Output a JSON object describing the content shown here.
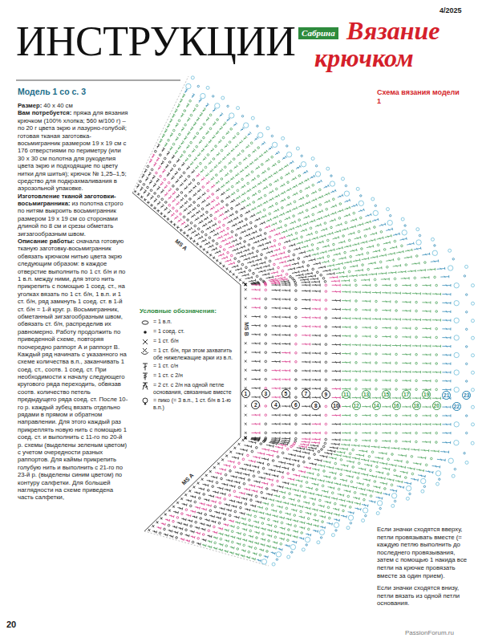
{
  "diagram": {
    "title": "ИНСТРУКЦИИ",
    "labels": [
      "Сабрина",
      "Вязание",
      "крючком",
      "4/2025",
      "Модель 1 со с. 3",
      "Размер:",
      "40 х 40 см",
      "Вам потребуется:",
      "пряжа для вязания крючком (100% хлопка; 560 м/100 г) – по 20 г цвета экрю и лазурно-голубой; готовая тканая заготовка-восьмигранник размером 19 х 19 см с 176 отверстиями по периметру (или 30 х 30 см полотна для рукоделия цвета экрю и подходящие по цвету нитки для шитья); крючок № 1,25–1,5; средство для подкрахмаливания в аэрозольной упаковке.",
      "Изготовление тканой заготовки-восьмигранника:",
      "из полотна строго по нитям выкроить восьмигранник размером 19 х 19 см со сторонами длиной по 8 см и срезы обметать зигзагообразным швом.",
      "Описание работы:",
      "сначала готовую тканую заготовку-восьмигранник обвязать крючком нитью цвета экрю следующим образом: в каждое отверстие выполнить по 1 ст. б/н и по 1 в.п. между ними, для этого нить прикрепить с помощью 1 соед. ст., на уголках вязать по 1 ст. б/н, 1 в.п. и 1 ст. б/н, ряд замкнуть 1 соед. ст. в 1-й ст. б/н = 1-й круг. р. Восьмигранник, обметанный зигзагообразным швом, обвязать ст. б/н, распределив их равномерно. Работу продолжить по приведенной схеме, повторяя поочередно раппорт А и раппорт В. Каждый ряд начинать с указанного на схеме количества в.п., заканчивать 1 соед. ст., соотв. 1 соед. ст. При необходимости к началу следующего кругового ряда переходить, обвязав соотв. количество петель предыдущего ряда соед. ст. После 10-го р. каждый зубец вязать отдельно рядами в прямом и обратном направлении. Для этого каждый раз прикреплять новую нить с помощью 1 соед. ст. и выполнить с 11-го по 20-й р. схемы (выделены зеленым цветом) с учетом очередности разных раппортов. Для каймы прикрепить голубую нить и выполнить с 21-го по 23-й р. (выделены синим цветом) по контуру салфетки. Для большей наглядности на схеме приведена часть салфетки,",
      "Схема вязания модели 1",
      "Условные обозначения:",
      "MS A",
      "MS B",
      "MS A",
      "1",
      "2",
      "3",
      "4",
      "5",
      "6",
      "7",
      "8",
      "9",
      "10",
      "11",
      "12",
      "13",
      "14",
      "15",
      "16",
      "17",
      "18",
      "19",
      "20",
      "21",
      "22",
      "23",
      "Если значки сходятся вверху, петли провязывать вместе (= каждую петлю выполнить до последнего провязывания, затем с помощью 1 накида все петли на крючке провязать вместе за один прием).",
      "Если значки сходятся внизу, петли вязать из одной петли основания.",
      "20",
      "PassionForum.ru"
    ],
    "legend": [
      {
        "text": "= 1 в.п."
      },
      {
        "text": "= 1 соед. ст."
      },
      {
        "text": "= 1 ст. б/н"
      },
      {
        "text": "= 1 ст. б/н, при этом захватить обе нижележащие арки из в.п."
      },
      {
        "text": "= 1 ст. с/н"
      },
      {
        "text": "= 1 ст. с 2/н"
      },
      {
        "text": "= 2 ст. с 2/н на одной петле основания, связанные вместе"
      },
      {
        "text": "= пико (= 3 в.п., 1 ст. б/н в 1-ю в.п.)"
      }
    ]
  }
}
